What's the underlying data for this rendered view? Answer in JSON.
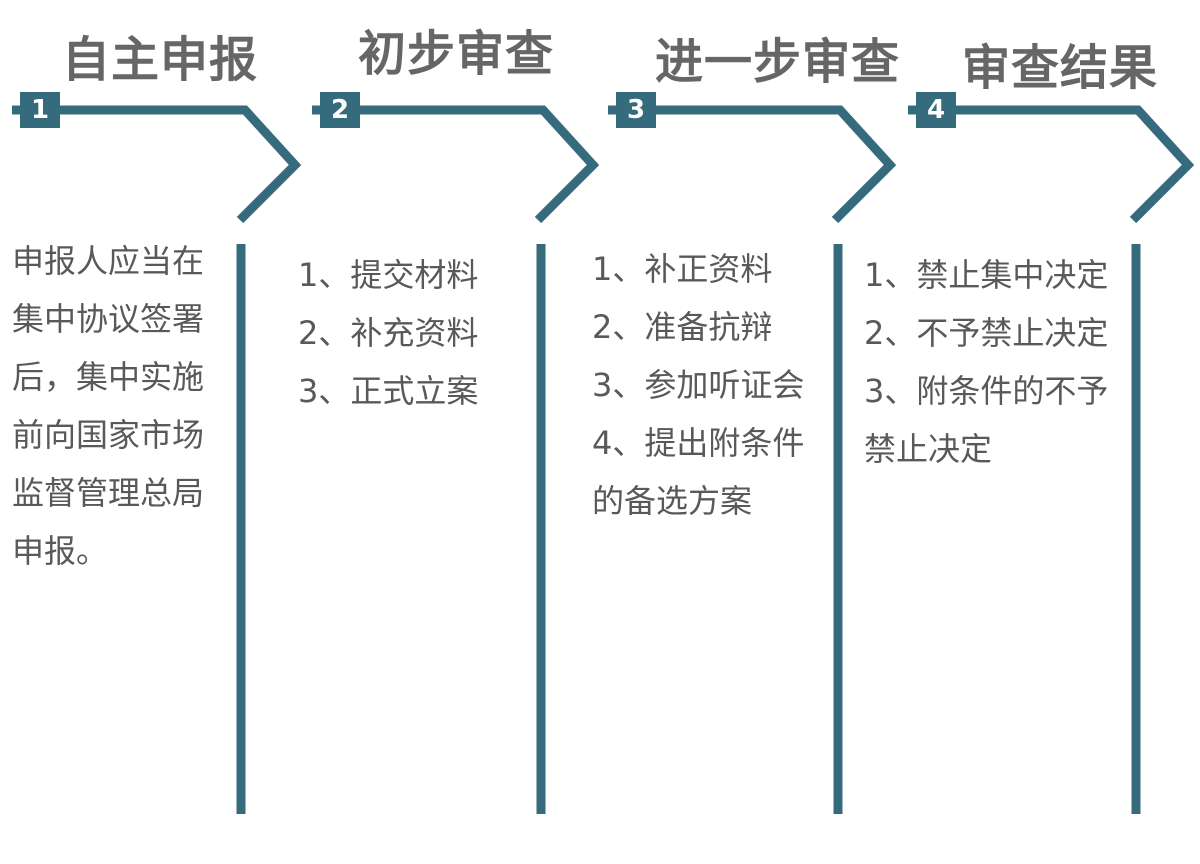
{
  "colors": {
    "accent": "#366b7d",
    "title_text": "#666666",
    "body_text": "#595959",
    "badge_text": "#ffffff"
  },
  "steps": [
    {
      "number": "1",
      "title": "自主申报",
      "lines": [
        "申报人应当在",
        "集中协议签署",
        "后，集中实施",
        "前向国家市场",
        "监督管理总局",
        "申报。"
      ]
    },
    {
      "number": "2",
      "title": "初步审查",
      "lines": [
        "1、提交材料",
        "2、补充资料",
        "3、正式立案"
      ]
    },
    {
      "number": "3",
      "title": "进一步审查",
      "lines": [
        "1、补正资料",
        "2、准备抗辩",
        "3、参加听证会",
        "4、提出附条件",
        "的备选方案"
      ]
    },
    {
      "number": "4",
      "title": "审查结果",
      "lines": [
        "1、禁止集中决定",
        "2、不予禁止决定",
        "3、附条件的不予",
        "禁止决定"
      ]
    }
  ]
}
